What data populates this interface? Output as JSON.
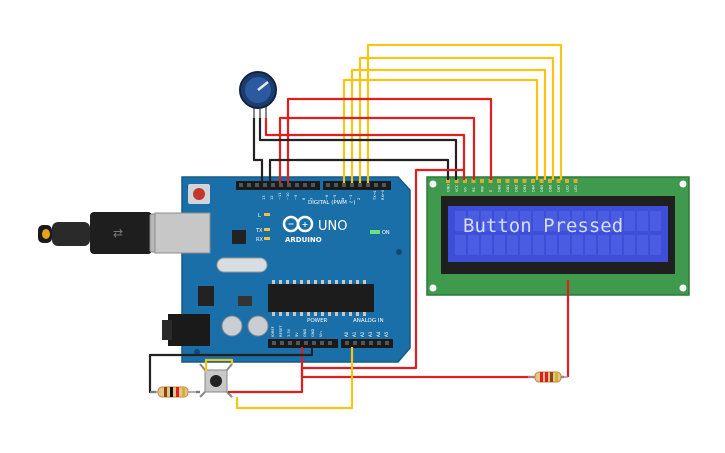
{
  "arduino": {
    "brand": "ARDUINO",
    "model": "UNO",
    "digital_header_label": "DIGITAL (PWM ~)",
    "power_label": "POWER",
    "analog_label": "ANALOG IN",
    "on_label": "ON",
    "tx_label": "TX",
    "rx_label": "RX",
    "l_label": "L",
    "aref_label": "AREF",
    "gnd_label": "GND",
    "digital_pins": [
      "13",
      "12",
      "~11",
      "~10",
      "~9",
      "8",
      "7",
      "~6",
      "~5",
      "4",
      "~3",
      "2",
      "TX→1",
      "RX←0"
    ],
    "power_pins": [
      "IOREF",
      "RESET",
      "3.3V",
      "5V",
      "GND",
      "GND",
      "Vin"
    ],
    "analog_pins": [
      "A0",
      "A1",
      "A2",
      "A3",
      "A4",
      "A5"
    ]
  },
  "lcd": {
    "display_text": "Button Pressed",
    "pin_labels": [
      "GND",
      "VCC",
      "V0",
      "RS",
      "RW",
      "E",
      "DB0",
      "DB1",
      "DB2",
      "DB3",
      "DB4",
      "DB5",
      "DB6",
      "DB7",
      "LED",
      "LED"
    ],
    "backlight_color": "#3d4fd8",
    "text_color": "#d6dcff"
  },
  "colors": {
    "board": "#1b6fa8",
    "lcd_pcb": "#3f9a4e",
    "wire_red": "#e01e1e",
    "wire_yellow": "#f5c518",
    "wire_black": "#222222"
  }
}
